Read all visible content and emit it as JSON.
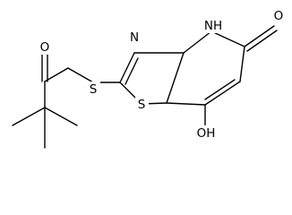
{
  "molecule": {
    "atoms": {
      "carbonyl_oxygen": "O",
      "thioether_sulfur": "S",
      "ring_sulfur": "S",
      "ring_nitrogen": "N",
      "amide_nitrogen_group": "NH",
      "lactam_oxygen": "O",
      "hydroxyl_group": "OH"
    }
  }
}
